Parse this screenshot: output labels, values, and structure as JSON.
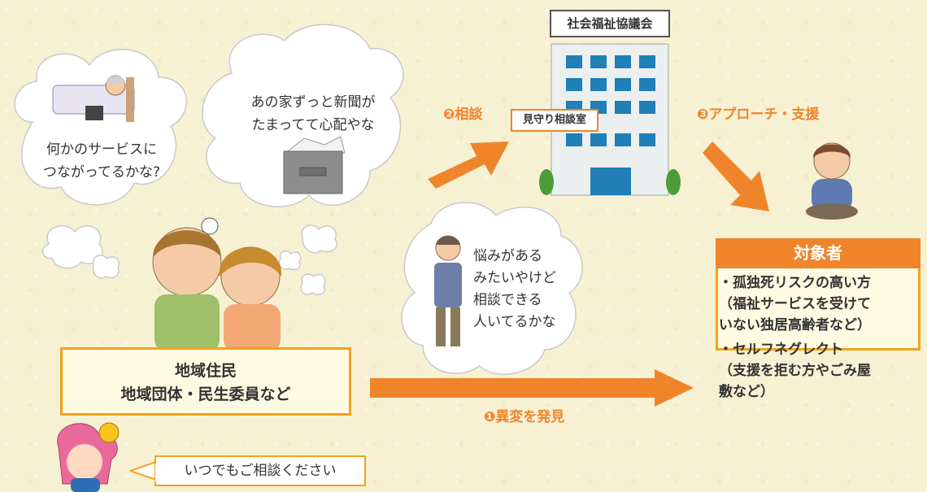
{
  "clouds": {
    "elderly_thought": "何かのサービスに\nつながってるかな?",
    "newspaper_thought": "あの家ずっと新聞が\nたまってて心配やな",
    "worried_person_thought": "悩みがある\nみたいやけど\n相談できる\n人いてるかな"
  },
  "building": {
    "label": "社会福祉協議会",
    "sign": "見守り相談室"
  },
  "steps": {
    "step1": "❶異変を発見",
    "step2": "❷相談",
    "step3": "❸アプローチ・支援"
  },
  "residents": {
    "line1": "地域住民",
    "line2": "地域団体・民生委員など"
  },
  "target": {
    "header": "対象者",
    "item1": "・孤独死リスクの高い方\n（福祉サービスを受けて\nいない独居高齢者など）",
    "item2": "・セルフネグレクト\n（支援を拒む方やごみ屋\n敷など）"
  },
  "mascot_speech": "いつでもご相談ください",
  "colors": {
    "accent": "#f0842a",
    "border": "#f3a21b",
    "background": "#f7f1d3"
  }
}
